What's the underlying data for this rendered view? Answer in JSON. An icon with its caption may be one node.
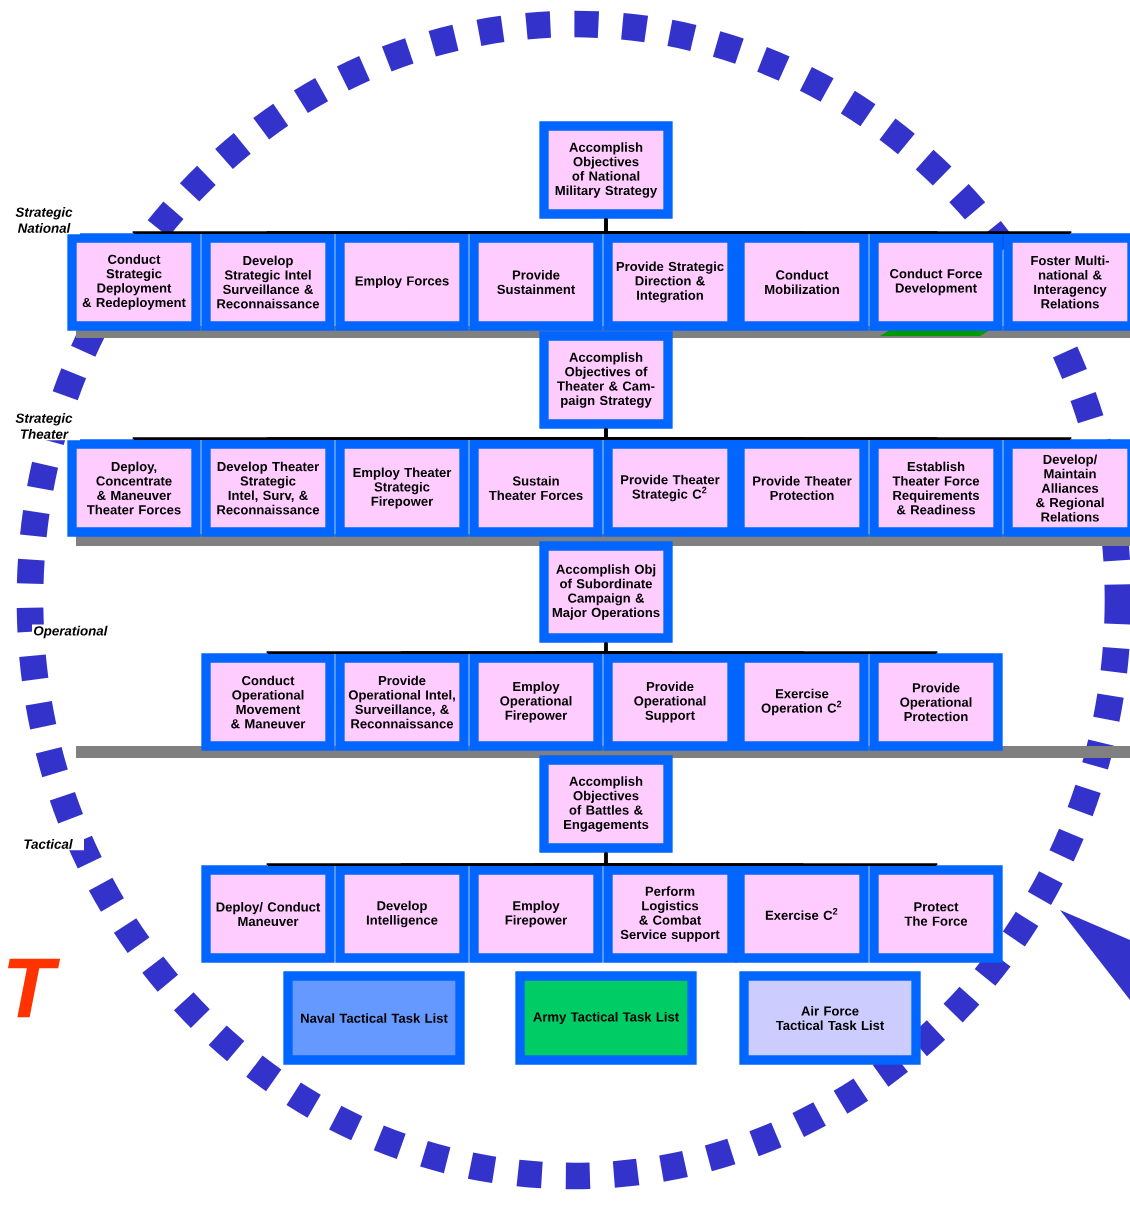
{
  "diagram": {
    "nodes": [
      {
        "text": [
          "Accomplish Objectives of National Military Strategy"
        ]
      },
      {
        "text": [
          "Conduct Strategic Deployment & Redeployment"
        ]
      },
      {
        "text": [
          "Develop Strategic Intel Surveillance & Reconnaissance"
        ]
      },
      {
        "text": [
          "Employ Forces"
        ]
      },
      {
        "text": [
          "Provide Sustainment"
        ]
      },
      {
        "text": [
          "Provide Strategic Direction & Integration"
        ]
      },
      {
        "text": [
          "Conduct Mobilization"
        ]
      },
      {
        "text": [
          "Conduct Force Development"
        ]
      },
      {
        "text": [
          "Foster Multi-national & Interagency Relations"
        ]
      },
      {
        "text": [
          "Accomplish Objectives of Theater & Cam-paign Strategy"
        ]
      },
      {
        "text": [
          "Deploy, Concentrate & Maneuver Theater Forces"
        ]
      },
      {
        "text": [
          "Develop Theater Strategic Intel, Surv, & Reconnaissance"
        ]
      },
      {
        "text": [
          "Employ Theater Strategic Firepower"
        ]
      },
      {
        "text": [
          "Sustain Theater Forces"
        ]
      },
      {
        "text": [
          "Provide Theater Strategic C$^{2}$"
        ]
      },
      {
        "text": [
          "Provide Theater Protection"
        ]
      },
      {
        "text": [
          "Establish Theater Force Requirements & Readiness"
        ]
      },
      {
        "text": [
          "Develop/ Maintain Alliances & Regional Relations"
        ]
      },
      {
        "text": [
          "Accomplish Obj of Subordinate Campaign & Major Operations"
        ]
      },
      {
        "text": [
          "Conduct Operational Movement & Maneuver"
        ]
      },
      {
        "text": [
          "Provide Operational Intel, Surveillance, & Reconnaissance"
        ]
      },
      {
        "text": [
          "Employ Operational Firepower"
        ]
      },
      {
        "text": [
          "Provide Operational Support"
        ]
      },
      {
        "text": [
          "Exercise Operation C$^{2}$"
        ]
      },
      {
        "text": [
          "Provide Operational Protection"
        ]
      },
      {
        "text": [
          "Accomplish Objectives of Battles & Engagements"
        ]
      },
      {
        "text": [
          "Deploy/ Conduct Maneuver"
        ]
      },
      {
        "text": [
          "Develop Intelligence"
        ]
      },
      {
        "text": [
          "Employ Firepower"
        ]
      },
      {
        "text": [
          "Perform Logistics & Combat Service support"
        ]
      },
      {
        "text": [
          "Exercise C$^{2}$"
        ]
      },
      {
        "text": [
          "Protect The Force"
        ]
      },
      {
        "text": [
          "Naval Tactical Task List"
        ]
      },
      {
        "text": [
          "Army Tactical Task List"
        ]
      },
      {
        "text": [
          "Air Force Tactical Task List"
        ]
      }
    ],
    "edges": [
      {
        "from": 0,
        "to": 1,
        "arrow": "none"
      },
      {
        "from": 0,
        "to": 2,
        "arrow": "none"
      },
      {
        "from": 0,
        "to": 3,
        "arrow": "none"
      },
      {
        "from": 0,
        "to": 4,
        "arrow": "none"
      },
      {
        "from": 0,
        "to": 5,
        "arrow": "none"
      },
      {
        "from": 0,
        "to": 6,
        "arrow": "none"
      },
      {
        "from": 0,
        "to": 7,
        "arrow": "none"
      },
      {
        "from": 0,
        "to": 8,
        "arrow": "none"
      },
      {
        "from": 9,
        "to": 10,
        "arrow": "none"
      },
      {
        "from": 9,
        "to": 11,
        "arrow": "none"
      },
      {
        "from": 9,
        "to": 12,
        "arrow": "none"
      },
      {
        "from": 9,
        "to": 13,
        "arrow": "none"
      },
      {
        "from": 9,
        "to": 14,
        "arrow": "none"
      },
      {
        "from": 9,
        "to": 15,
        "arrow": "none"
      },
      {
        "from": 9,
        "to": 16,
        "arrow": "none"
      },
      {
        "from": 9,
        "to": 17,
        "arrow": "none"
      },
      {
        "from": 18,
        "to": 19,
        "arrow": "none"
      },
      {
        "from": 18,
        "to": 20,
        "arrow": "none"
      },
      {
        "from": 18,
        "to": 21,
        "arrow": "none"
      },
      {
        "from": 18,
        "to": 22,
        "arrow": "none"
      },
      {
        "from": 18,
        "to": 23,
        "arrow": "none"
      },
      {
        "from": 18,
        "to": 24,
        "arrow": "none"
      },
      {
        "from": 25,
        "to": 26,
        "arrow": "none"
      },
      {
        "from": 25,
        "to": 27,
        "arrow": "none"
      },
      {
        "from": 25,
        "to": 28,
        "arrow": "none"
      },
      {
        "from": 25,
        "to": 29,
        "arrow": "none"
      },
      {
        "from": 25,
        "to": 30,
        "arrow": "none"
      },
      {
        "from": 25,
        "to": 31,
        "arrow": "none"
      }
    ],
    "labels": [
      "Strategic National",
      "Strategic Theater",
      "Operational",
      "Tactical",
      "T"
    ]
  }
}
